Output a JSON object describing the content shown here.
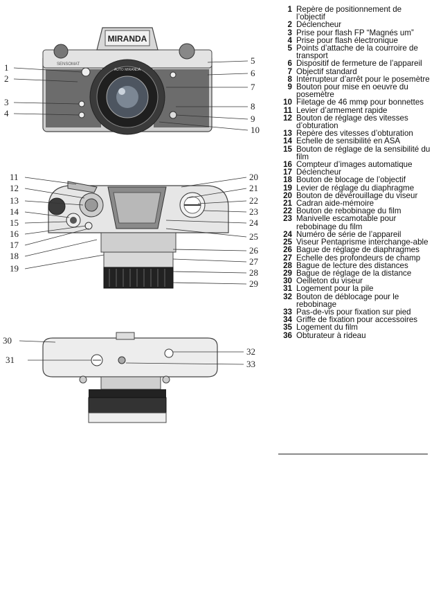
{
  "camera": {
    "brand": "MIRANDA",
    "model": "SENSOMAT",
    "lens_text": "AUTO MIRANDA"
  },
  "callouts": {
    "front": [
      "1",
      "2",
      "3",
      "4",
      "5",
      "6",
      "7",
      "8",
      "9",
      "10"
    ],
    "top_left": [
      "11",
      "12",
      "13",
      "14",
      "15",
      "16",
      "17",
      "18",
      "19"
    ],
    "top_right": [
      "20",
      "21",
      "22",
      "23",
      "24",
      "25",
      "26",
      "27",
      "28",
      "29"
    ],
    "bottom_left": [
      "30",
      "31"
    ],
    "bottom_right": [
      "32",
      "33"
    ]
  },
  "legend": [
    {
      "n": "1",
      "text": "Repère de positionnement de l’objectif"
    },
    {
      "n": "2",
      "text": "Déclencheur"
    },
    {
      "n": "3",
      "text": "Prise pour flash FP “Magnés um”"
    },
    {
      "n": "4",
      "text": "Prise pour flash électronique"
    },
    {
      "n": "5",
      "text": "Points d’attache de la courroire de transport"
    },
    {
      "n": "6",
      "text": "Dispositif de fermeture de l’appareil"
    },
    {
      "n": "7",
      "text": "Objectif standard"
    },
    {
      "n": "8",
      "text": "Interrupteur d’arrêt pour le posemètre"
    },
    {
      "n": "9",
      "text": "Bouton pour mise en oeuvre du posemètre"
    },
    {
      "n": "10",
      "text": "Filetage de 46 mmφ pour bonnettes"
    },
    {
      "n": "11",
      "text": "Levier d’armement rapide"
    },
    {
      "n": "12",
      "text": "Bouton de réglage des vitesses d’obturation"
    },
    {
      "n": "13",
      "text": "Repère des vitesses d’obturation"
    },
    {
      "n": "14",
      "text": "Echelle de sensibilité en ASA"
    },
    {
      "n": "15",
      "text": "Bouton de réglage de la sensibilité du film"
    },
    {
      "n": "16",
      "text": "Compteur d’images automatique"
    },
    {
      "n": "17",
      "text": "Déclencheur"
    },
    {
      "n": "18",
      "text": "Bouton de blocage de l’objectif"
    },
    {
      "n": "19",
      "text": "Levier de réglage du diaphragme"
    },
    {
      "n": "20",
      "text": "Bouton de dévérouillage du viseur"
    },
    {
      "n": "21",
      "text": "Cadran aide-mémoire"
    },
    {
      "n": "22",
      "text": "Bouton de rebobinage du film"
    },
    {
      "n": "23",
      "text": "Manivelle escamotable pour rebobinage du film"
    },
    {
      "n": "24",
      "text": "Numéro de série de l’appareil"
    },
    {
      "n": "25",
      "text": "Viseur Pentaprisme interchange-able"
    },
    {
      "n": "26",
      "text": "Bague de réglage de diaphragmes"
    },
    {
      "n": "27",
      "text": "Echelle des profondeurs de champ"
    },
    {
      "n": "28",
      "text": "Bague de lecture des distances"
    },
    {
      "n": "29",
      "text": "Bague de réglage de la distance"
    },
    {
      "n": "30",
      "text": "Oeilleton du viseur"
    },
    {
      "n": "31",
      "text": "Logement pour la pile"
    },
    {
      "n": "32",
      "text": "Bouton de déblocage pour le rebobinage"
    },
    {
      "n": "33",
      "text": "Pas-de-vis pour fixation sur pied"
    },
    {
      "n": "34",
      "text": "Griffe de fixation pour accessoires"
    },
    {
      "n": "35",
      "text": "Logement du film"
    },
    {
      "n": "36",
      "text": "Obturateur à rideau"
    }
  ]
}
